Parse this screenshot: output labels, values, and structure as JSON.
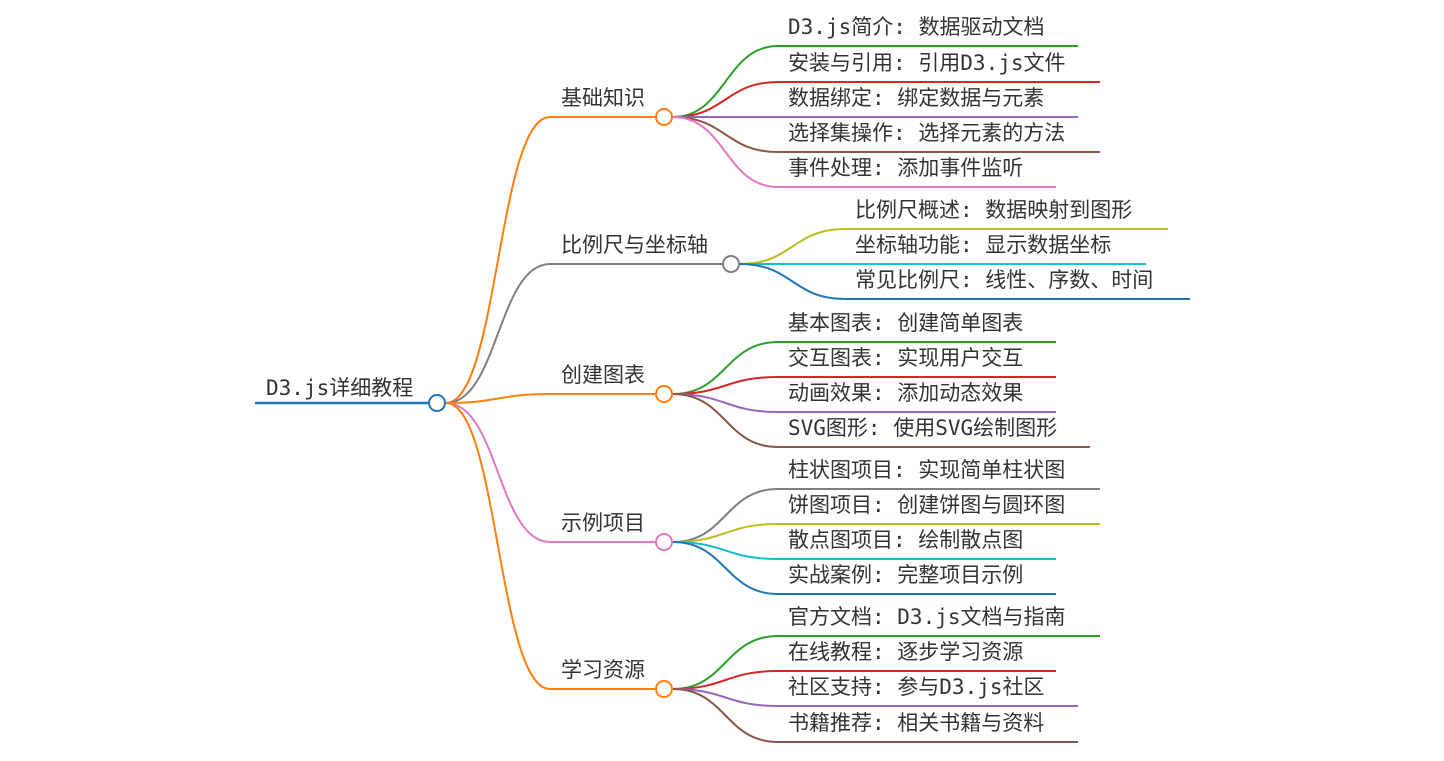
{
  "mindmap": {
    "root": {
      "label": "D3.js详细教程"
    },
    "branches": [
      {
        "label": "基础知识",
        "color": "#ff7f0e",
        "children": [
          {
            "label": "D3.js简介: 数据驱动文档",
            "color": "#2ca02c"
          },
          {
            "label": "安装与引用: 引用D3.js文件",
            "color": "#d62728"
          },
          {
            "label": "数据绑定: 绑定数据与元素",
            "color": "#9467bd"
          },
          {
            "label": "选择集操作: 选择元素的方法",
            "color": "#8c564b"
          },
          {
            "label": "事件处理: 添加事件监听",
            "color": "#e377c2"
          }
        ]
      },
      {
        "label": "比例尺与坐标轴",
        "color": "#7f7f7f",
        "children": [
          {
            "label": "比例尺概述: 数据映射到图形",
            "color": "#bcbd22"
          },
          {
            "label": "坐标轴功能: 显示数据坐标",
            "color": "#17becf"
          },
          {
            "label": "常见比例尺: 线性、序数、时间",
            "color": "#1f77b4"
          }
        ]
      },
      {
        "label": "创建图表",
        "color": "#ff7f0e",
        "children": [
          {
            "label": "基本图表: 创建简单图表",
            "color": "#2ca02c"
          },
          {
            "label": "交互图表: 实现用户交互",
            "color": "#d62728"
          },
          {
            "label": "动画效果: 添加动态效果",
            "color": "#9467bd"
          },
          {
            "label": "SVG图形: 使用SVG绘制图形",
            "color": "#8c564b"
          }
        ]
      },
      {
        "label": "示例项目",
        "color": "#e377c2",
        "children": [
          {
            "label": "柱状图项目: 实现简单柱状图",
            "color": "#7f7f7f"
          },
          {
            "label": "饼图项目: 创建饼图与圆环图",
            "color": "#bcbd22"
          },
          {
            "label": "散点图项目: 绘制散点图",
            "color": "#17becf"
          },
          {
            "label": "实战案例: 完整项目示例",
            "color": "#1f77b4"
          }
        ]
      },
      {
        "label": "学习资源",
        "color": "#ff7f0e",
        "children": [
          {
            "label": "官方文档: D3.js文档与指南",
            "color": "#2ca02c"
          },
          {
            "label": "在线教程: 逐步学习资源",
            "color": "#d62728"
          },
          {
            "label": "社区支持: 参与D3.js社区",
            "color": "#9467bd"
          },
          {
            "label": "书籍推荐: 相关书籍与资料",
            "color": "#8c564b"
          }
        ]
      }
    ],
    "root_color": "#1f77b4"
  }
}
